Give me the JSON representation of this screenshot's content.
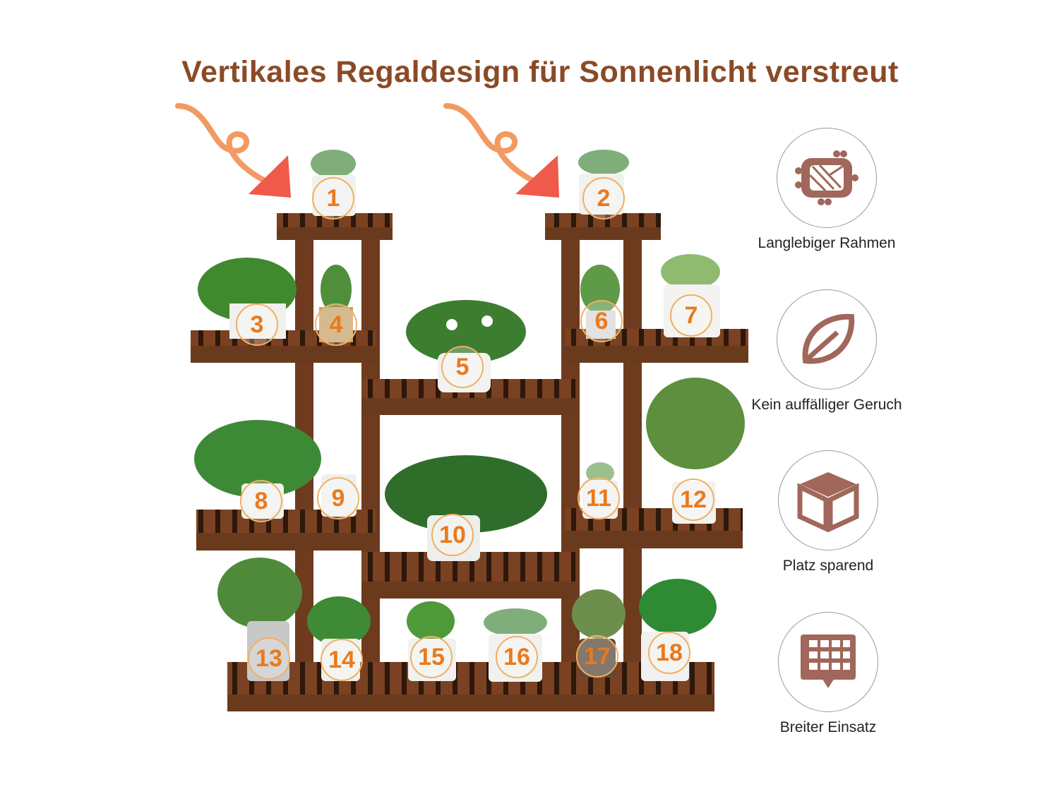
{
  "title": "Vertikales Regaldesign für Sonnenlicht verstreut",
  "shelf_numbers": [
    "1",
    "2",
    "3",
    "4",
    "5",
    "6",
    "7",
    "8",
    "9",
    "10",
    "11",
    "12",
    "13",
    "14",
    "15",
    "16",
    "17",
    "18"
  ],
  "colors": {
    "title": "#8b4a26",
    "icon": "#a0675a",
    "number": "#ea7a1c",
    "wood": "#6e3b1e",
    "arrow": "#f07a4a"
  },
  "features": [
    {
      "icon": "woven-frame-icon",
      "label": "Langlebiger Rahmen"
    },
    {
      "icon": "leaf-icon",
      "label": "Kein auffälliger Geruch"
    },
    {
      "icon": "box-icon",
      "label": "Platz sparend"
    },
    {
      "icon": "grid-icon",
      "label": "Breiter Einsatz"
    }
  ]
}
